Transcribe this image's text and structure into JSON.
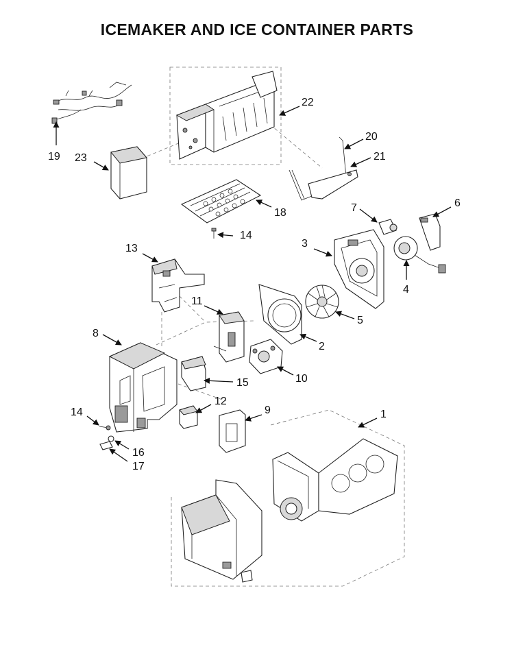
{
  "title": "ICEMAKER AND ICE CONTAINER PARTS",
  "callouts": {
    "c1": "1",
    "c2": "2",
    "c3": "3",
    "c4": "4",
    "c5": "5",
    "c6": "6",
    "c7": "7",
    "c8": "8",
    "c9": "9",
    "c10": "10",
    "c11": "11",
    "c12": "12",
    "c13": "13",
    "c14a": "14",
    "c14b": "14",
    "c15": "15",
    "c16": "16",
    "c17": "17",
    "c18": "18",
    "c19": "19",
    "c20": "20",
    "c21": "21",
    "c22": "22",
    "c23": "23"
  },
  "colors": {
    "line": "#222222",
    "shade": "#d8d8d8",
    "dash": "#777777"
  }
}
